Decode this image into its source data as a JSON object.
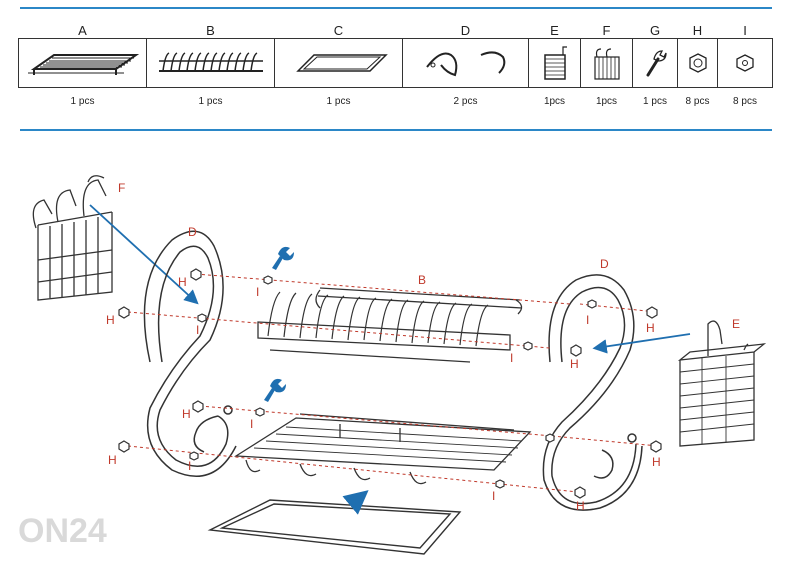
{
  "parts": [
    {
      "letter": "A",
      "qty": "1 pcs",
      "icon": "dish-rack-tier-icon"
    },
    {
      "letter": "B",
      "qty": "1 pcs",
      "icon": "plate-rack-icon"
    },
    {
      "letter": "C",
      "qty": "1 pcs",
      "icon": "drip-tray-icon"
    },
    {
      "letter": "D",
      "qty": "2 pcs",
      "icon": "side-frame-icon"
    },
    {
      "letter": "E",
      "qty": "1pcs",
      "icon": "utensil-holder-icon"
    },
    {
      "letter": "F",
      "qty": "1pcs",
      "icon": "cup-holder-icon"
    },
    {
      "letter": "G",
      "qty": "1 pcs",
      "icon": "wrench-icon"
    },
    {
      "letter": "H",
      "qty": "8 pcs",
      "icon": "bolt-icon"
    },
    {
      "letter": "I",
      "qty": "8 pcs",
      "icon": "nut-icon"
    }
  ],
  "diagram": {
    "labels": {
      "B": "B",
      "D_left": "D",
      "D_right": "D",
      "E": "E",
      "F": "F",
      "H": "H",
      "I": "I"
    }
  },
  "watermark": "ON24",
  "colors": {
    "rule": "#2b87c7",
    "label": "#c0392b",
    "arrow": "#1f6fb0",
    "line": "#333333"
  }
}
